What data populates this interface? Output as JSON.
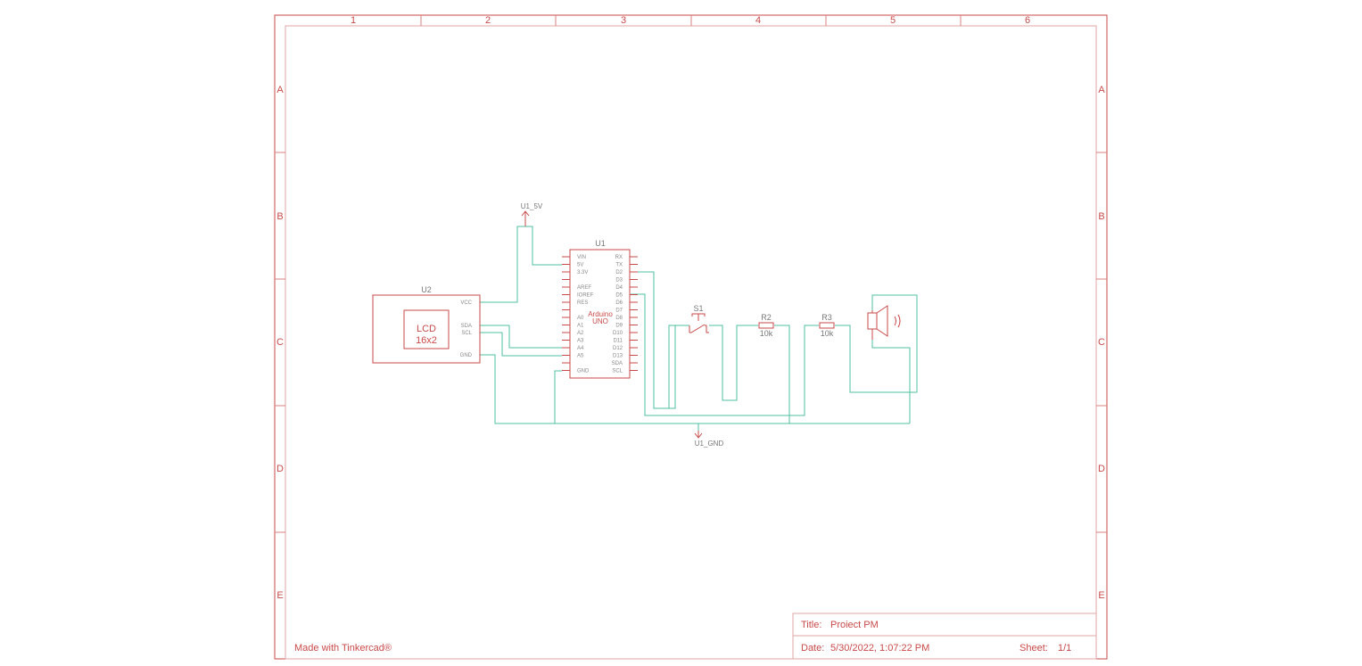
{
  "frame": {
    "columns": [
      "1",
      "2",
      "3",
      "4",
      "5",
      "6"
    ],
    "rows": [
      "A",
      "B",
      "C",
      "D",
      "E"
    ]
  },
  "title_block": {
    "title_label": "Title:",
    "title_value": "Proiect PM",
    "date_label": "Date:",
    "date_value": "5/30/2022, 1:07:22 PM",
    "sheet_label": "Sheet:",
    "sheet_value": "1/1"
  },
  "footer": {
    "made_with": "Made with Tinkercad®"
  },
  "components": {
    "u1": {
      "ref": "U1",
      "body_line1": "Arduino",
      "body_line2": "UNO",
      "left_pins": [
        "VIN",
        "5V",
        "3.3V",
        "",
        "AREF",
        "IOREF",
        "RES",
        "",
        "A0",
        "A1",
        "A2",
        "A3",
        "A4",
        "A5",
        "",
        "GND"
      ],
      "right_pins": [
        "RX",
        "TX",
        "D2",
        "D3",
        "D4",
        "D5",
        "D6",
        "D7",
        "D8",
        "D9",
        "D10",
        "D11",
        "D12",
        "D13",
        "SDA",
        "SCL"
      ]
    },
    "u2": {
      "ref": "U2",
      "lcd_line1": "LCD",
      "lcd_line2": "16x2",
      "pins": [
        "VCC",
        "SDA",
        "SCL",
        "GND"
      ]
    },
    "s1": {
      "ref": "S1"
    },
    "r2": {
      "ref": "R2",
      "value": "10k"
    },
    "r3": {
      "ref": "R3",
      "value": "10k"
    },
    "speaker": {
      "ref": ""
    }
  },
  "nets": {
    "power": "U1_5V",
    "ground": "U1_GND"
  }
}
